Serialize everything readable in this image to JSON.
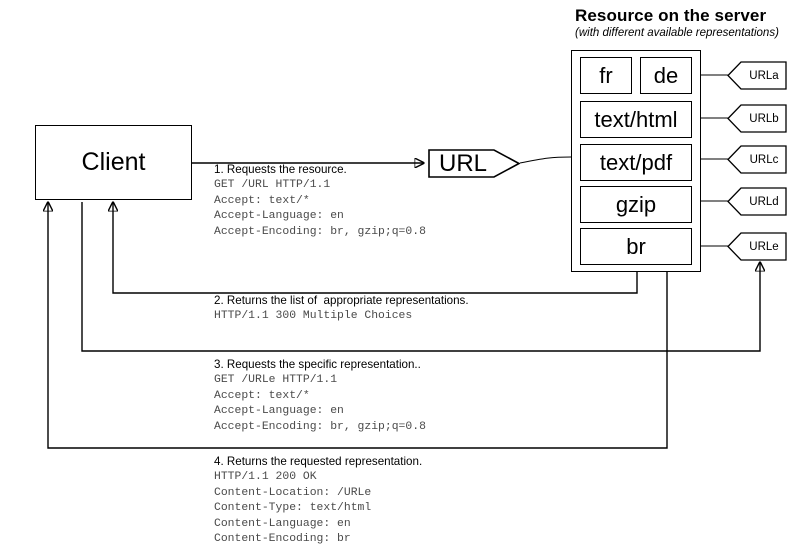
{
  "header": {
    "title": "Resource on the server",
    "subtitle": "(with different available representations)"
  },
  "client": {
    "label": "Client"
  },
  "url_node": {
    "label": "URL"
  },
  "representations": [
    {
      "id": "fr",
      "label": "fr"
    },
    {
      "id": "de",
      "label": "de"
    },
    {
      "id": "text-html",
      "label": "text/html"
    },
    {
      "id": "text-pdf",
      "label": "text/pdf"
    },
    {
      "id": "gzip",
      "label": "gzip"
    },
    {
      "id": "br",
      "label": "br"
    }
  ],
  "url_flags": [
    {
      "id": "urla",
      "label": "URLa"
    },
    {
      "id": "urlb",
      "label": "URLb"
    },
    {
      "id": "urlc",
      "label": "URLc"
    },
    {
      "id": "urld",
      "label": "URLd"
    },
    {
      "id": "urle",
      "label": "URLe"
    }
  ],
  "steps": [
    {
      "id": "step-1",
      "title": "1. Requests the resource.",
      "message": "GET /URL HTTP/1.1\nAccept: text/*\nAccept-Language: en\nAccept-Encoding: br, gzip;q=0.8"
    },
    {
      "id": "step-2",
      "title": "2. Returns the list of  appropriate representations.",
      "message": "HTTP/1.1 300 Multiple Choices"
    },
    {
      "id": "step-3",
      "title": "3. Requests the specific representation..",
      "message": "GET /URLe HTTP/1.1\nAccept: text/*\nAccept-Language: en\nAccept-Encoding: br, gzip;q=0.8"
    },
    {
      "id": "step-4",
      "title": "4. Returns the requested representation.",
      "message": "HTTP/1.1 200 OK\nContent-Location: /URLe\nContent-Type: text/html\nContent-Language: en\nContent-Encoding: br"
    }
  ],
  "colors": {
    "stroke": "#000000",
    "background": "#ffffff",
    "mono_text": "#4a4a4a"
  }
}
